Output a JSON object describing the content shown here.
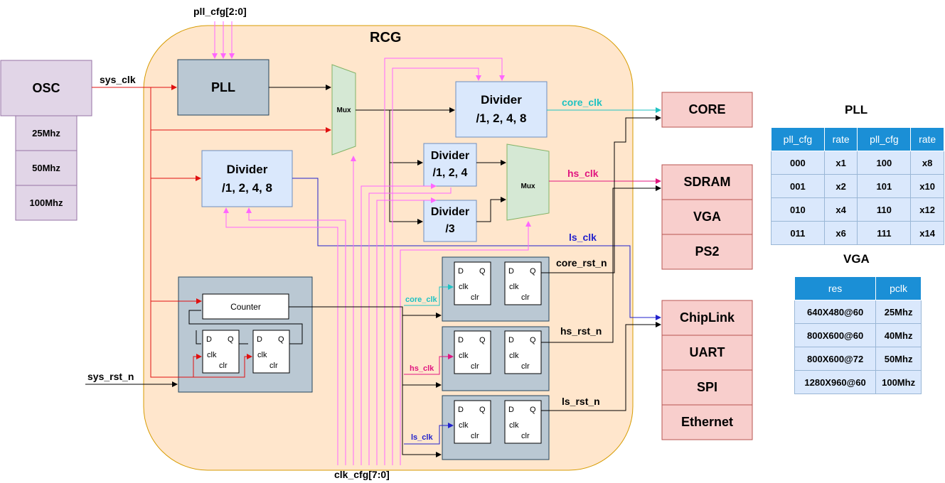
{
  "diagram": {
    "rcg_title": "RCG",
    "pll_cfg": "pll_cfg[2:0]",
    "clk_cfg": "clk_cfg[7:0]",
    "sys_clk": "sys_clk",
    "sys_rst_n": "sys_rst_n",
    "osc": {
      "label": "OSC",
      "options": [
        "25Mhz",
        "50Mhz",
        "100Mhz"
      ]
    },
    "pll": "PLL",
    "mux1": "Mux",
    "mux2": "Mux",
    "div_core": {
      "line1": "Divider",
      "line2": "/1, 2, 4, 8"
    },
    "div_hs1": {
      "line1": "Divider",
      "line2": "/1, 2, 4"
    },
    "div_hs2": {
      "line1": "Divider",
      "line2": "/3"
    },
    "div_ls": {
      "line1": "Divider",
      "line2": "/1, 2, 4, 8"
    },
    "counter": "Counter",
    "ff": {
      "d": "D",
      "q": "Q",
      "clk": "clk",
      "clr": "clr"
    },
    "signals": {
      "core_clk": "core_clk",
      "hs_clk": "hs_clk",
      "ls_clk": "ls_clk",
      "core_rst_n": "core_rst_n",
      "hs_rst_n": "hs_rst_n",
      "ls_rst_n": "ls_rst_n",
      "core_clk_in": "core_clk",
      "hs_clk_in": "hs_clk",
      "ls_clk_in": "ls_clk"
    },
    "peripherals": {
      "core": "CORE",
      "hs": [
        "SDRAM",
        "VGA",
        "PS2"
      ],
      "ls": [
        "ChipLink",
        "UART",
        "SPI",
        "Ethernet"
      ]
    },
    "colors": {
      "core_clk": "#1ec2c2",
      "hs_clk": "#e0157f",
      "ls_clk": "#2222cc",
      "rst": "#e01010",
      "cfg": "#ff66ff"
    }
  },
  "pll_table": {
    "title": "PLL",
    "headers": [
      "pll_cfg",
      "rate",
      "pll_cfg",
      "rate"
    ],
    "rows": [
      [
        "000",
        "x1",
        "100",
        "x8"
      ],
      [
        "001",
        "x2",
        "101",
        "x10"
      ],
      [
        "010",
        "x4",
        "110",
        "x12"
      ],
      [
        "011",
        "x6",
        "111",
        "x14"
      ]
    ]
  },
  "vga_table": {
    "title": "VGA",
    "headers": [
      "res",
      "pclk"
    ],
    "rows": [
      [
        "640X480@60",
        "25Mhz"
      ],
      [
        "800X600@60",
        "40Mhz"
      ],
      [
        "800X600@72",
        "50Mhz"
      ],
      [
        "1280X960@60",
        "100Mhz"
      ]
    ]
  }
}
